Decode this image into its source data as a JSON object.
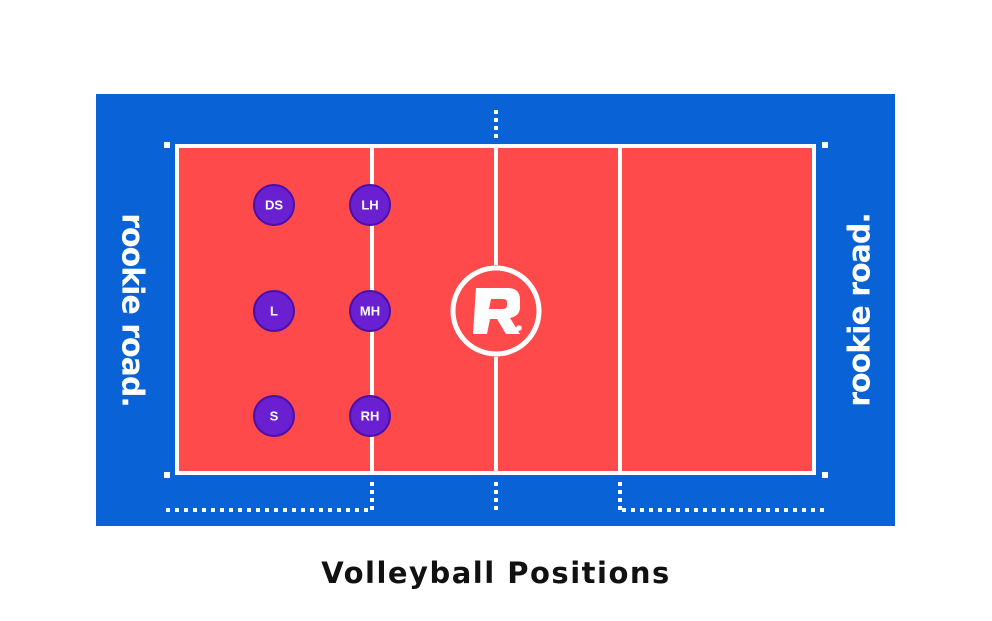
{
  "diagram": {
    "caption": "Volleyball Positions",
    "brand_left": "rookie road.",
    "brand_right": "rookie road.",
    "center_logo": "logo",
    "colors": {
      "court_surround": "#0a63d6",
      "court_playing_area": "#ff4a4c",
      "lines": "#ffffff",
      "player_marker": "#6a1fd0"
    },
    "players": [
      {
        "label": "DS"
      },
      {
        "label": "LH"
      },
      {
        "label": "L"
      },
      {
        "label": "MH"
      },
      {
        "label": "S"
      },
      {
        "label": "RH"
      }
    ]
  }
}
